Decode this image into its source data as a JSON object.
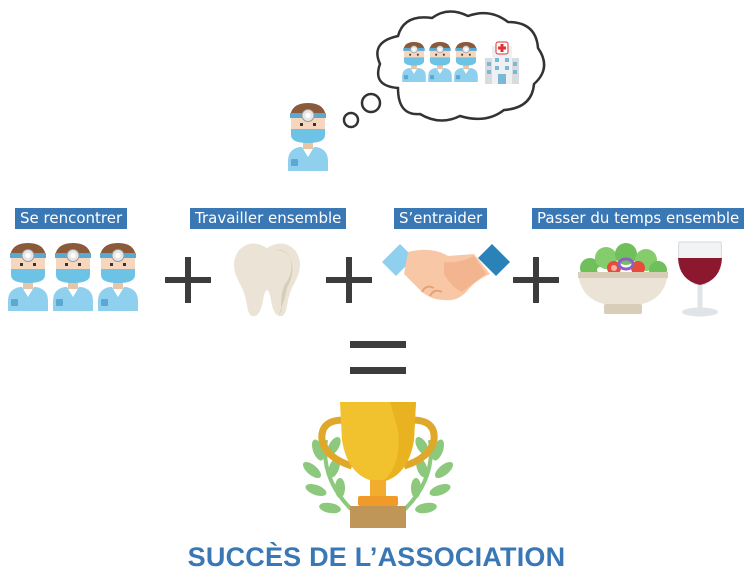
{
  "labels": {
    "meet": "Se rencontrer",
    "work": "Travailler ensemble",
    "help": "S’entraider",
    "time": "Passer du temps ensemble"
  },
  "title": "SUCCÈS DE L’ASSOCIATION",
  "colors": {
    "label_bg": "#3a78b5",
    "title": "#3a78b5",
    "operator": "#3c3c3c",
    "trophy_gold": "#f2c22e",
    "laurel_green": "#8cc97d"
  },
  "icons": {
    "thinking_dentist": "dentist-icon",
    "thought_bubble": "thought-bubble-icon",
    "clinic": "clinic-building-icon",
    "tooth": "tooth-icon",
    "handshake": "handshake-icon",
    "salad": "salad-bowl-icon",
    "wine": "wine-glass-icon",
    "trophy": "trophy-icon"
  }
}
